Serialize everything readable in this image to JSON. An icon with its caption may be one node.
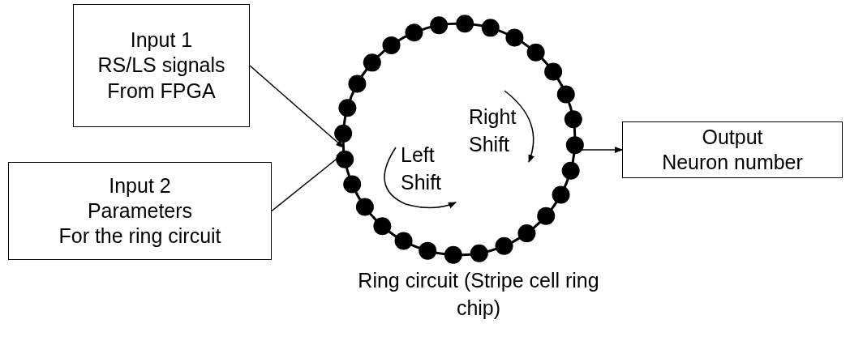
{
  "diagram": {
    "nodes": [
      {
        "text": [
          "Input 1",
          "RS/LS signals",
          "From FPGA"
        ]
      },
      {
        "text": [
          "Input 2",
          "Parameters",
          "For the ring circuit"
        ]
      },
      {
        "text": [],
        "shape": "circle",
        "beside": [
          "Ring circuit (Stripe cell ring chip)"
        ]
      },
      {
        "text": [
          "Output",
          "Neuron number"
        ]
      }
    ],
    "edges": [
      {
        "from": 0,
        "to": 2,
        "arrow": "to"
      },
      {
        "from": 1,
        "to": 2,
        "arrow": "to"
      },
      {
        "from": 2,
        "to": 3,
        "arrow": "to"
      }
    ],
    "labels": [
      "Right Shift",
      "Left Shift"
    ]
  }
}
